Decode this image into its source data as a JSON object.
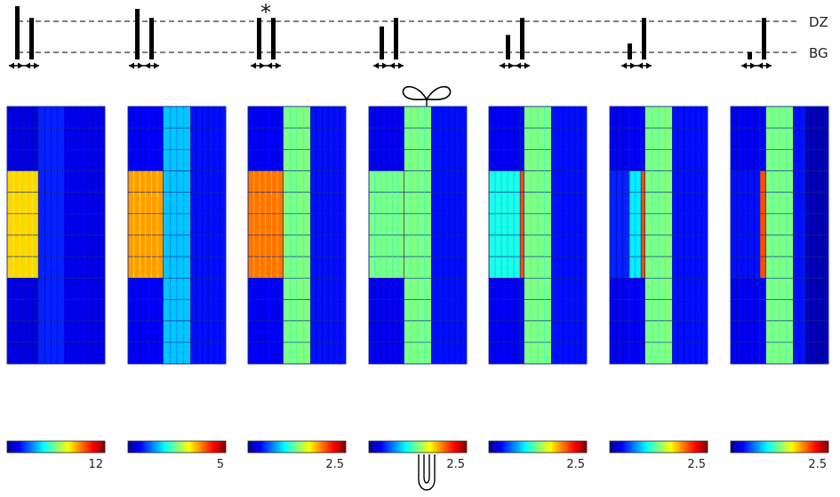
{
  "figure": {
    "dz_label": "DZ",
    "bg_label": "BG",
    "marker_symbol": "*",
    "marked_panel_index": 2,
    "petal_icon": "petal-glyph-icon",
    "pipette_icon": "pipette-glyph-icon",
    "petal_panel_index": 3
  },
  "chart_data": {
    "type": "heatmap",
    "title": "",
    "xlabel": "",
    "ylabel": "",
    "colormap": "jet",
    "grid": true,
    "rows": 12,
    "panels": [
      {
        "bar_levels": {
          "left": 1.0,
          "right": 0.78
        },
        "colorbar": {
          "min": 0,
          "max": 12,
          "tick_label": "12"
        },
        "columns": [
          {
            "span": [
              0.0,
              0.32
            ],
            "value": 8.0,
            "value_outside": 1.2,
            "rows_lit": [
              3,
              7
            ]
          },
          {
            "span": [
              0.32,
              0.58
            ],
            "value": 1.9,
            "value_outside": 1.6,
            "rows_lit": [
              0,
              11
            ]
          },
          {
            "span": [
              0.58,
              1.0
            ],
            "value": 1.3,
            "value_outside": 1.3,
            "rows_lit": [
              0,
              11
            ]
          }
        ]
      },
      {
        "bar_levels": {
          "left": 0.95,
          "right": 0.78
        },
        "colorbar": {
          "min": 0,
          "max": 5,
          "tick_label": "5"
        },
        "columns": [
          {
            "span": [
              0.0,
              0.36
            ],
            "value": 3.6,
            "value_outside": 0.6,
            "rows_lit": [
              3,
              7
            ]
          },
          {
            "span": [
              0.36,
              0.64
            ],
            "value": 1.6,
            "value_outside": 1.6,
            "rows_lit": [
              0,
              11
            ]
          },
          {
            "span": [
              0.64,
              1.0
            ],
            "value": 0.7,
            "value_outside": 0.7,
            "rows_lit": [
              0,
              11
            ]
          }
        ]
      },
      {
        "bar_levels": {
          "left": 0.78,
          "right": 0.78
        },
        "colorbar": {
          "min": 0,
          "max": 2.5,
          "tick_label": "2.5"
        },
        "columns": [
          {
            "span": [
              0.0,
              0.36
            ],
            "value": 1.9,
            "value_outside": 0.3,
            "rows_lit": [
              3,
              7
            ]
          },
          {
            "span": [
              0.36,
              0.64
            ],
            "value": 1.25,
            "value_outside": 1.25,
            "rows_lit": [
              0,
              11
            ]
          },
          {
            "span": [
              0.64,
              1.0
            ],
            "value": 0.35,
            "value_outside": 0.35,
            "rows_lit": [
              0,
              11
            ]
          }
        ]
      },
      {
        "bar_levels": {
          "left": 0.62,
          "right": 0.78
        },
        "colorbar": {
          "min": 0,
          "max": 2.5,
          "tick_label": "2.5"
        },
        "columns": [
          {
            "span": [
              0.0,
              0.36
            ],
            "value": 1.25,
            "value_outside": 0.3,
            "rows_lit": [
              3,
              7
            ]
          },
          {
            "span": [
              0.36,
              0.64
            ],
            "value": 1.25,
            "value_outside": 1.25,
            "rows_lit": [
              0,
              11
            ]
          },
          {
            "span": [
              0.64,
              1.0
            ],
            "value": 0.35,
            "value_outside": 0.35,
            "rows_lit": [
              0,
              11
            ]
          }
        ]
      },
      {
        "bar_levels": {
          "left": 0.46,
          "right": 0.78
        },
        "colorbar": {
          "min": 0,
          "max": 2.5,
          "tick_label": "2.5"
        },
        "columns": [
          {
            "span": [
              0.0,
              0.32
            ],
            "value": 1.0,
            "value_outside": 0.3,
            "rows_lit": [
              3,
              7
            ]
          },
          {
            "span": [
              0.32,
              0.36
            ],
            "value": 2.0,
            "value_outside": 0.3,
            "rows_lit": [
              3,
              7
            ]
          },
          {
            "span": [
              0.36,
              0.64
            ],
            "value": 1.25,
            "value_outside": 1.25,
            "rows_lit": [
              0,
              11
            ]
          },
          {
            "span": [
              0.64,
              1.0
            ],
            "value": 0.35,
            "value_outside": 0.35,
            "rows_lit": [
              0,
              11
            ]
          }
        ]
      },
      {
        "bar_levels": {
          "left": 0.3,
          "right": 0.78
        },
        "colorbar": {
          "min": 0,
          "max": 2.5,
          "tick_label": "2.5"
        },
        "columns": [
          {
            "span": [
              0.0,
              0.2
            ],
            "value": 0.4,
            "value_outside": 0.3,
            "rows_lit": [
              3,
              7
            ]
          },
          {
            "span": [
              0.2,
              0.32
            ],
            "value": 0.9,
            "value_outside": 0.3,
            "rows_lit": [
              3,
              7
            ]
          },
          {
            "span": [
              0.32,
              0.36
            ],
            "value": 2.0,
            "value_outside": 0.3,
            "rows_lit": [
              3,
              7
            ]
          },
          {
            "span": [
              0.36,
              0.64
            ],
            "value": 1.25,
            "value_outside": 1.25,
            "rows_lit": [
              0,
              11
            ]
          },
          {
            "span": [
              0.64,
              1.0
            ],
            "value": 0.35,
            "value_outside": 0.35,
            "rows_lit": [
              0,
              11
            ]
          }
        ]
      },
      {
        "bar_levels": {
          "left": 0.14,
          "right": 0.78
        },
        "colorbar": {
          "min": 0,
          "max": 2.5,
          "tick_label": "2.5"
        },
        "columns": [
          {
            "span": [
              0.0,
              0.3
            ],
            "value": 0.35,
            "value_outside": 0.3,
            "rows_lit": [
              3,
              7
            ]
          },
          {
            "span": [
              0.3,
              0.36
            ],
            "value": 2.0,
            "value_outside": 0.3,
            "rows_lit": [
              3,
              7
            ]
          },
          {
            "span": [
              0.36,
              0.64
            ],
            "value": 1.25,
            "value_outside": 1.25,
            "rows_lit": [
              0,
              11
            ]
          },
          {
            "span": [
              0.64,
              0.76
            ],
            "value": 0.35,
            "value_outside": 0.35,
            "rows_lit": [
              0,
              11
            ]
          },
          {
            "span": [
              0.76,
              1.0
            ],
            "value": 0.15,
            "value_outside": 0.15,
            "rows_lit": [
              0,
              11
            ]
          }
        ]
      }
    ]
  }
}
